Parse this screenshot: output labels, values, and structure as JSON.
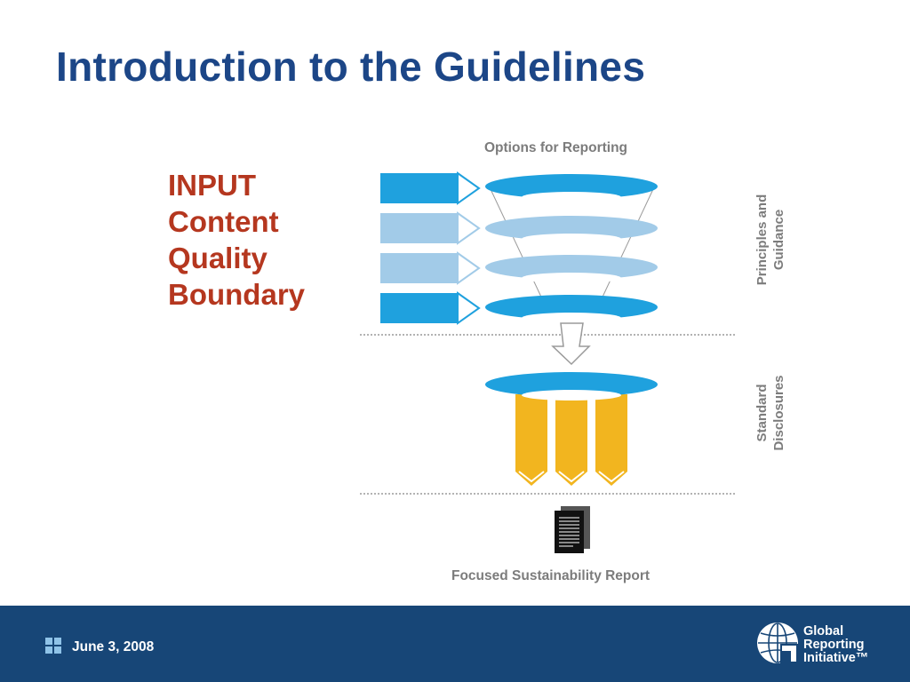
{
  "slide": {
    "title": "Introduction to the Guidelines",
    "input_items": [
      "INPUT",
      "Content",
      "Quality",
      "Boundary"
    ]
  },
  "diagram": {
    "top_label": "Options for Reporting",
    "bottom_label": "Focused Sustainability Report",
    "side_labels": {
      "principles": [
        "Principles and",
        "Guidance"
      ],
      "disclosures": [
        "Standard",
        "Disclosures"
      ]
    },
    "icons": [
      "input-arrow-icon",
      "funnel-disc-icon",
      "down-arrow-icon",
      "pencil-icon",
      "document-icon"
    ]
  },
  "footer": {
    "date": "June 3, 2008",
    "logo": [
      "Global",
      "Reporting",
      "Initiative™"
    ]
  },
  "colors": {
    "title": "#1c4687",
    "input_text": "#b5371f",
    "bright_blue": "#1fa1de",
    "light_blue": "#a2cbe8",
    "gold": "#f2b51f",
    "footer": "#174677",
    "label_gray": "#7c7c7c"
  }
}
